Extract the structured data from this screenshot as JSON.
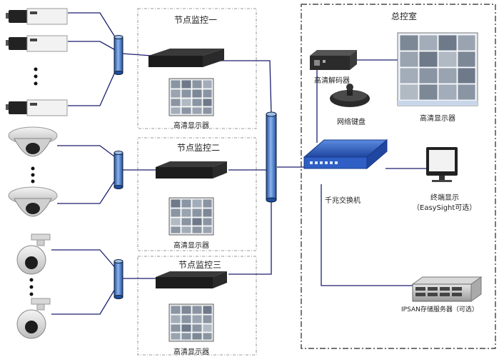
{
  "zones": {
    "node1_title": "节点监控一",
    "node2_title": "节点监控二",
    "node3_title": "节点监控三",
    "control_room_title": "总控室"
  },
  "labels": {
    "node1_monitor": "高清显示器",
    "node2_monitor": "高清显示器",
    "node3_monitor": "高清显示器",
    "hd_decoder": "高清解码器",
    "network_keyboard": "网络键盘",
    "hd_display_wall": "高清显示器",
    "gigabit_switch": "千兆交换机",
    "terminal_display_line1": "终端显示",
    "terminal_display_line2": "（EasySight可选）",
    "ipsan_storage": "IPSAN存储服务器（可选）"
  },
  "colors": {
    "link_line": "#1a1f6e",
    "switch_blue": "#2f5fc4",
    "hub_blue": "#3a6fc8",
    "device_dark": "#1c1c1c"
  },
  "icons": {
    "box_cameras": "box-camera-icon",
    "dome_cameras": "dome-camera-icon",
    "ptz_cameras": "ptz-camera-icon",
    "nvr": "nvr-icon",
    "monitor": "monitor-icon",
    "switch": "switch-icon",
    "storage": "storage-server-icon"
  }
}
